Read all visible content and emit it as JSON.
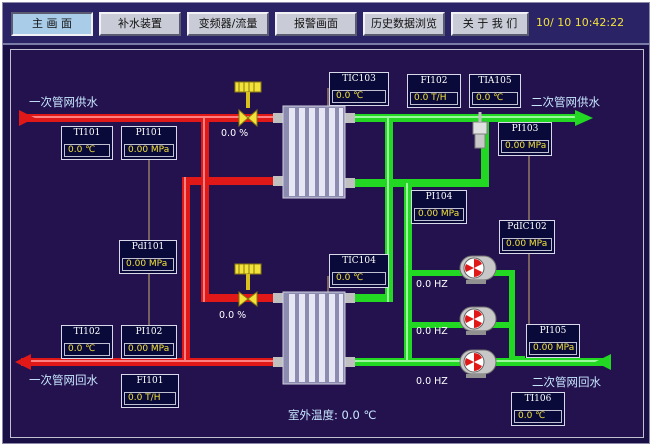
{
  "nav": [
    {
      "label": "主 画 面"
    },
    {
      "label": "补水装置"
    },
    {
      "label": "变频器/流量"
    },
    {
      "label": "报警画面"
    },
    {
      "label": "历史数据浏览"
    },
    {
      "label": "关 于 我 们"
    }
  ],
  "clock": "10/ 10  10:42:22",
  "labels": {
    "primary_supply": "一次管网供水",
    "primary_return": "一次管网回水",
    "secondary_supply": "二次管网供水",
    "secondary_return": "二次管网回水",
    "outdoor_temp": "室外温度: 0.0  ℃"
  },
  "valves": {
    "tic103_pct": "0.0   %",
    "tic104_pct": "0.0   %"
  },
  "pumps": {
    "p1_hz": "0.0  HZ",
    "p2_hz": "0.0  HZ",
    "p3_hz": "0.0  HZ"
  },
  "instruments": {
    "TI101": {
      "tag": "TI101",
      "value": "0.0   ℃"
    },
    "PI101": {
      "tag": "PI101",
      "value": "0.00 MPa"
    },
    "PdI101": {
      "tag": "PdI101",
      "value": "0.00 MPa"
    },
    "TI102": {
      "tag": "TI102",
      "value": "0.0   ℃"
    },
    "PI102": {
      "tag": "PI102",
      "value": "0.00 MPa"
    },
    "FI101": {
      "tag": "FI101",
      "value": "0.0 T/H"
    },
    "TIC103": {
      "tag": "TIC103",
      "value": "0.0   ℃"
    },
    "TIC104": {
      "tag": "TIC104",
      "value": "0.0   ℃"
    },
    "FI102": {
      "tag": "FI102",
      "value": "0.0 T/H"
    },
    "TIA105": {
      "tag": "TIA105",
      "value": "0.0   ℃"
    },
    "PI103": {
      "tag": "PI103",
      "value": "0.00 MPa"
    },
    "PI104": {
      "tag": "PI104",
      "value": "0.00 MPa"
    },
    "PdIC102": {
      "tag": "PdIC102",
      "value": "0.00 MPa"
    },
    "PI105": {
      "tag": "PI105",
      "value": "0.00 MPa"
    },
    "TI106": {
      "tag": "TI106",
      "value": "0.0   ℃"
    }
  },
  "colors": {
    "hot_pipe": "#e01818",
    "cold_pipe": "#22d822",
    "background": "#24124f",
    "value_text": "#f2e23a"
  }
}
